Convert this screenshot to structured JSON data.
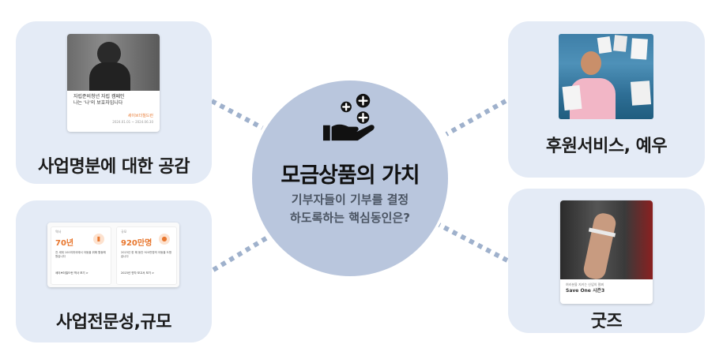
{
  "center": {
    "title": "모금상품의 가치",
    "subtitle_line1": "기부자들이 기부를 결정",
    "subtitle_line2": "하도록하는 핵심동인은?"
  },
  "cards": {
    "top_left": {
      "label": "사업명분에 대한 공감"
    },
    "bottom_left": {
      "label": "사업전문성,규모"
    },
    "top_right": {
      "label": "후원서비스, 예우"
    },
    "bottom_right": {
      "label": "굿즈"
    }
  },
  "thumb_empathy": {
    "line1": "자립준비청년 자립 캠페인",
    "line2": "나는 '나'의 보호자입니다",
    "tag": "세이브더칠드런",
    "date": "2024.01.01 ~ 2024.06.30"
  },
  "thumb_scale": {
    "box1": {
      "tag": "역사",
      "value": "70년",
      "text": "전 세계 100여개국에서 아동을 위해 활동해 왔습니다",
      "link": "세이브더칠드런 역사 보기 >"
    },
    "box2": {
      "tag": "규모",
      "value": "920만명",
      "text": "2023년 한 해 동안 920만명의 아동을 도왔습니다",
      "link": "2023년 연차 보고서 보기 >"
    }
  },
  "thumb_goods": {
    "caption": "여러분을 지키는 신념의 팔찌",
    "title": "Save One 시즌3"
  },
  "colors": {
    "card_bg": "#e4ebf6",
    "center_bg": "#b9c6dd",
    "connector": "#9fb1cc",
    "accent_orange": "#e8772e"
  },
  "icons": {
    "center": "hand-with-plus-icon"
  }
}
